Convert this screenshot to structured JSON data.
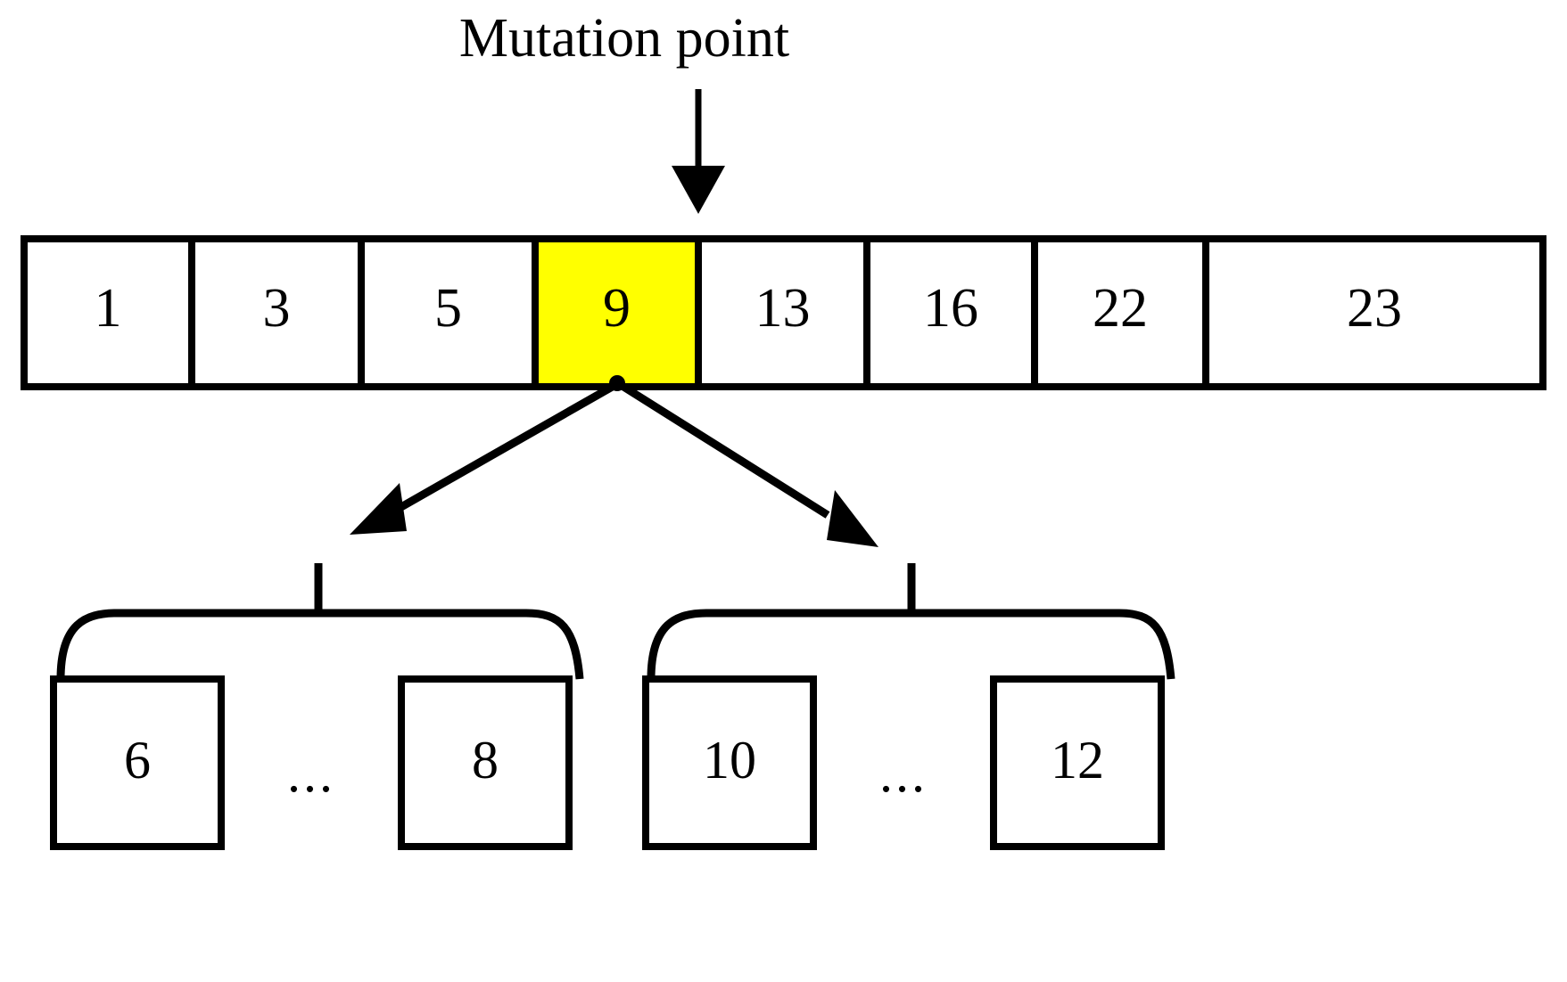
{
  "diagram": {
    "title": "Mutation point",
    "accent_color": "#FFFF00",
    "stroke_color": "#000000",
    "background_color": "#FFFFFF",
    "annotation_icons": {
      "down_arrow": "mutation-point-arrow",
      "branch_left": "branch-arrow-left",
      "branch_right": "branch-arrow-right"
    }
  },
  "array": {
    "name": "chromosome-array",
    "cells": [
      {
        "value": "1",
        "highlighted": false
      },
      {
        "value": "3",
        "highlighted": false
      },
      {
        "value": "5",
        "highlighted": false
      },
      {
        "value": "9",
        "highlighted": true
      },
      {
        "value": "13",
        "highlighted": false
      },
      {
        "value": "16",
        "highlighted": false
      },
      {
        "value": "22",
        "highlighted": false
      },
      {
        "value": "23",
        "highlighted": false
      }
    ]
  },
  "branches": [
    {
      "name": "left-branch",
      "first": "6",
      "ellipsis": "...",
      "last": "8"
    },
    {
      "name": "right-branch",
      "first": "10",
      "ellipsis": "...",
      "last": "12"
    }
  ],
  "chart_data": {
    "type": "diagram",
    "title": "Mutation point",
    "array_values": [
      1,
      3,
      5,
      9,
      13,
      16,
      22,
      23
    ],
    "mutation_index": 3,
    "mutation_value": 9,
    "left_range": [
      6,
      8
    ],
    "right_range": [
      10,
      12
    ],
    "highlight_color": "#FFFF00"
  }
}
